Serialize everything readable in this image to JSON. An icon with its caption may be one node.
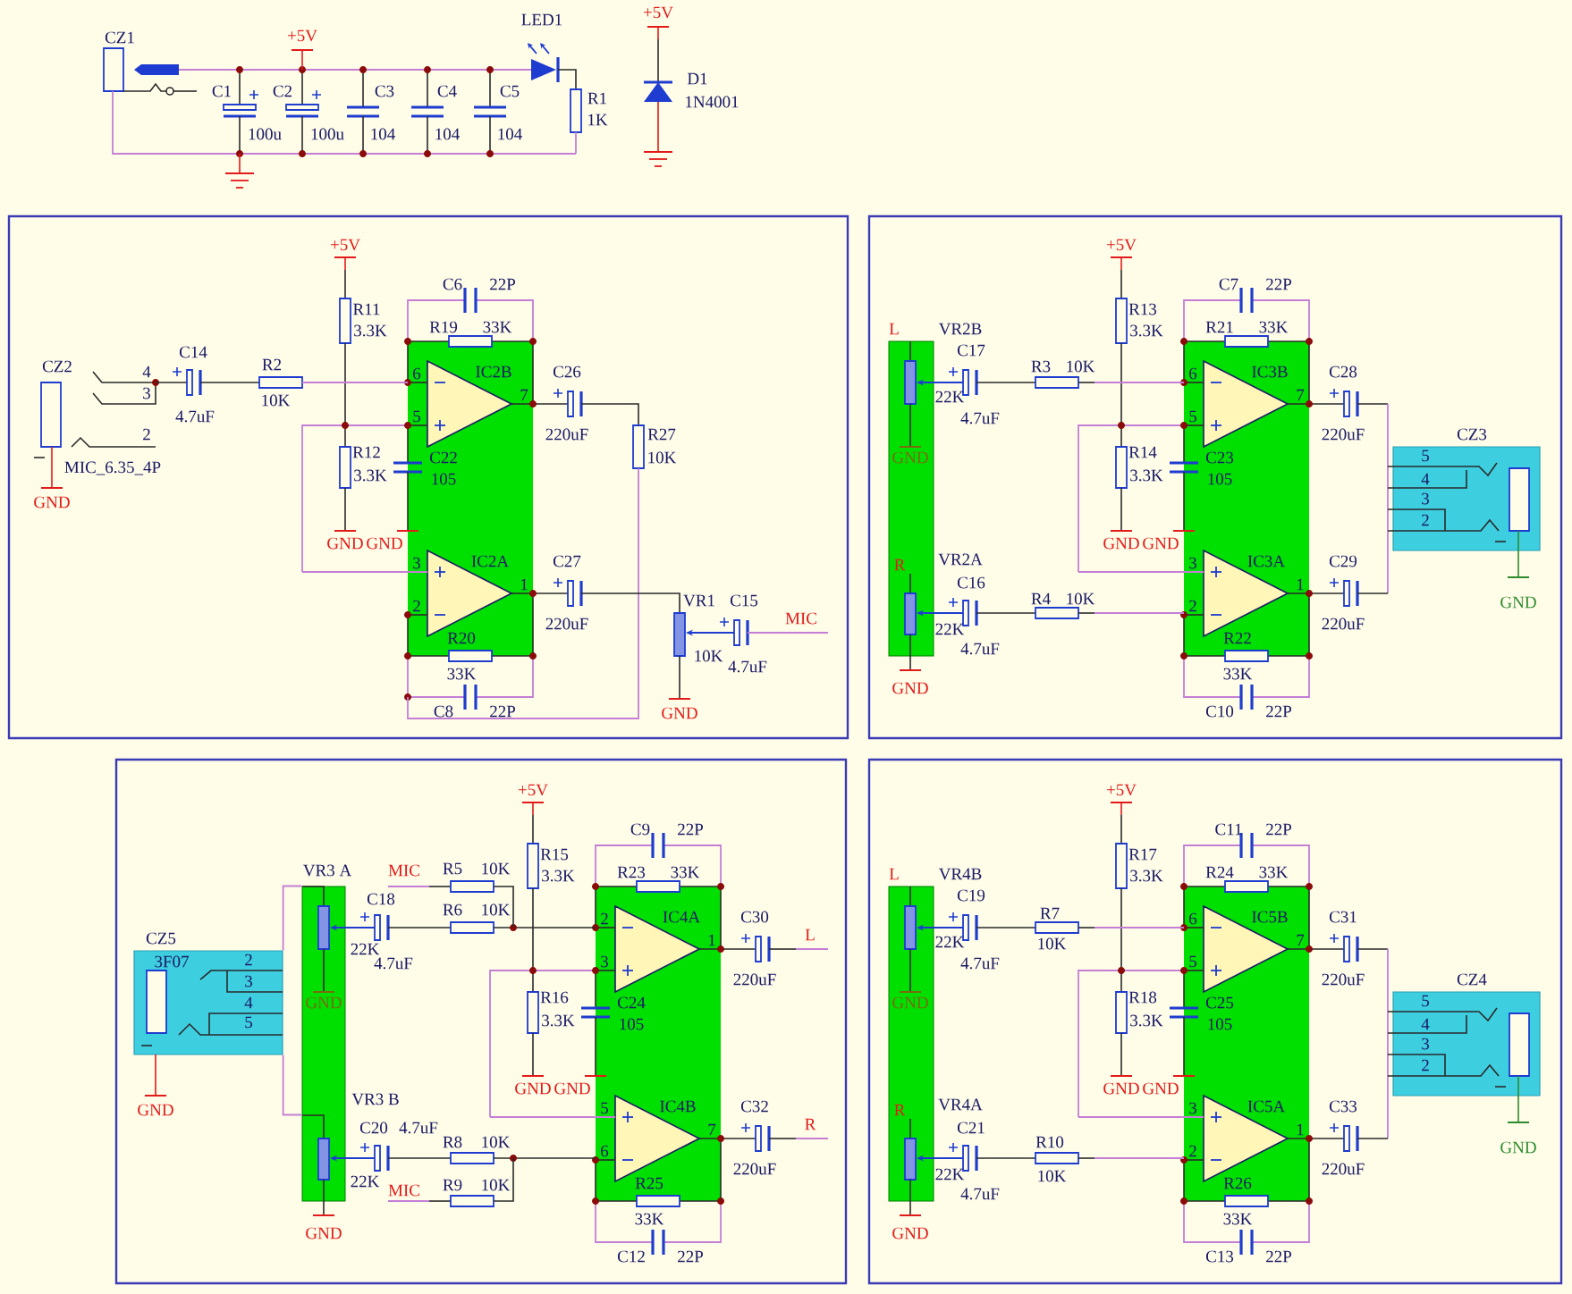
{
  "diagram": {
    "nodes": [
      {
        "text": [],
        "shape": "box"
      },
      {
        "text": [],
        "shape": "box"
      },
      {
        "text": [],
        "shape": "box"
      },
      {
        "text": [],
        "shape": "box"
      },
      {
        "text": [
          "6",
          "IC2B",
          "7",
          "5",
          "C22",
          "105",
          "3",
          "IC2A",
          "1",
          "2",
          "R20"
        ],
        "in": 0
      },
      {
        "text": [
          "GND",
          "R"
        ],
        "in": 1
      },
      {
        "text": [
          "6",
          "IC3B",
          "7",
          "5",
          "C23",
          "105",
          "3",
          "IC3A",
          "1",
          "2",
          "R22"
        ],
        "in": 1
      },
      {
        "text": [
          "CZ3",
          "5",
          "4",
          "3",
          "2"
        ],
        "in": 1
      },
      {
        "text": [
          "CZ5",
          "3F07",
          "2",
          "3",
          "4",
          "5"
        ],
        "in": 2
      },
      {
        "text": [
          "GND"
        ],
        "in": 2
      },
      {
        "text": [
          "2",
          "IC4A",
          "1",
          "3",
          "C24",
          "105",
          "5",
          "IC4B",
          "7",
          "6",
          "R25"
        ],
        "in": 2
      },
      {
        "text": [
          "GND",
          "R"
        ],
        "in": 3
      },
      {
        "text": [
          "6",
          "IC5B",
          "7",
          "5",
          "C25",
          "105",
          "3",
          "IC5A",
          "1",
          "2",
          "R26"
        ],
        "in": 3
      },
      {
        "text": [
          "CZ4",
          "5",
          "4",
          "3",
          "2"
        ],
        "in": 3
      }
    ],
    "edges": [
      {
        "from": 8,
        "to": 9,
        "arrow": "none"
      },
      {
        "from": 8,
        "to": 9,
        "arrow": "none"
      }
    ],
    "labels": [
      "CZ1",
      "+5V",
      "LED1",
      "+5V",
      "C1",
      "C2",
      "C3",
      "C4",
      "C5",
      "D1",
      "R1",
      "1N4001",
      "1K",
      "100u",
      "100u",
      "104",
      "104",
      "104",
      "CZ2",
      "4",
      "3",
      "2",
      "MIC_6.35_4P",
      "GND",
      "C14",
      "4.7uF",
      "R2",
      "10K",
      "+5V",
      "R11",
      "3.3K",
      "R12",
      "3.3K",
      "GND",
      "GND",
      "C6",
      "22P",
      "R19",
      "33K",
      "33K",
      "C8",
      "22P",
      "C26",
      "220uF",
      "C27",
      "220uF",
      "R27",
      "10K",
      "VR1",
      "C15",
      "10K",
      "4.7uF",
      "MIC",
      "GND",
      "L",
      "VR2B",
      "22K",
      "C17",
      "4.7uF",
      "R3",
      "10K",
      "VR2A",
      "22K",
      "GND",
      "C16",
      "4.7uF",
      "R4",
      "10K",
      "+5V",
      "R13",
      "3.3K",
      "R14",
      "3.3K",
      "GND",
      "GND",
      "C7",
      "22P",
      "R21",
      "33K",
      "33K",
      "C10",
      "22P",
      "C28",
      "220uF",
      "C29",
      "220uF",
      "GND",
      "VR3 A",
      "MIC",
      "R5",
      "10K",
      "C18",
      "22K",
      "4.7uF",
      "R6",
      "10K",
      "GND",
      "VR3 B",
      "C20",
      "4.7uF",
      "22K",
      "R8",
      "10K",
      "GND",
      "MIC",
      "R9",
      "10K",
      "+5V",
      "R15",
      "3.3K",
      "R16",
      "3.3K",
      "GND",
      "GND",
      "C9",
      "22P",
      "R23",
      "33K",
      "33K",
      "C12",
      "22P",
      "C30",
      "220uF",
      "C32",
      "220uF",
      "L",
      "R",
      "L",
      "VR4B",
      "22K",
      "C19",
      "4.7uF",
      "R7",
      "10K",
      "VR4A",
      "22K",
      "GND",
      "C21",
      "4.7uF",
      "R10",
      "10K",
      "+5V",
      "R17",
      "3.3K",
      "R18",
      "3.3K",
      "GND",
      "GND",
      "C11",
      "22P",
      "R24",
      "33K",
      "33K",
      "C13",
      "22P",
      "C31",
      "220uF",
      "C33",
      "220uF",
      "GND"
    ]
  }
}
